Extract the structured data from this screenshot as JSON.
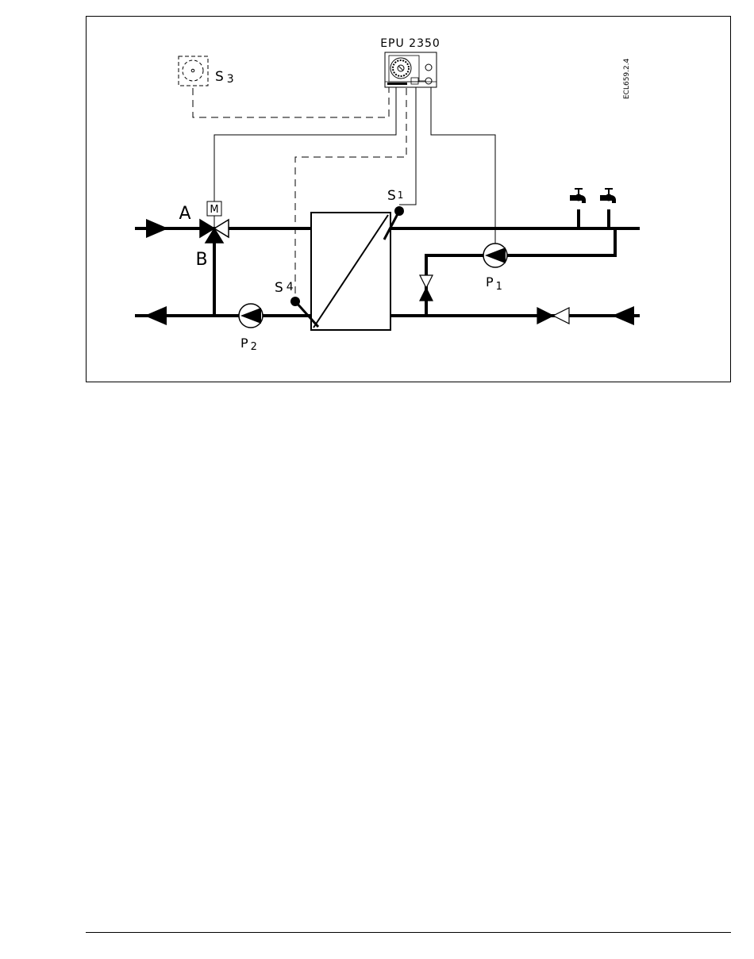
{
  "diagram": {
    "controller_label": "EPU 2350",
    "drawing_code": "ECL659.2.4",
    "ports": {
      "a": "A",
      "b": "B"
    },
    "motor": "M",
    "sensors": {
      "s1": {
        "letter": "S",
        "index": "1"
      },
      "s3": {
        "letter": "S",
        "index": "3"
      },
      "s4": {
        "letter": "S",
        "index": "4"
      }
    },
    "pumps": {
      "p1": {
        "letter": "P",
        "index": "1"
      },
      "p2": {
        "letter": "P",
        "index": "2"
      }
    }
  }
}
